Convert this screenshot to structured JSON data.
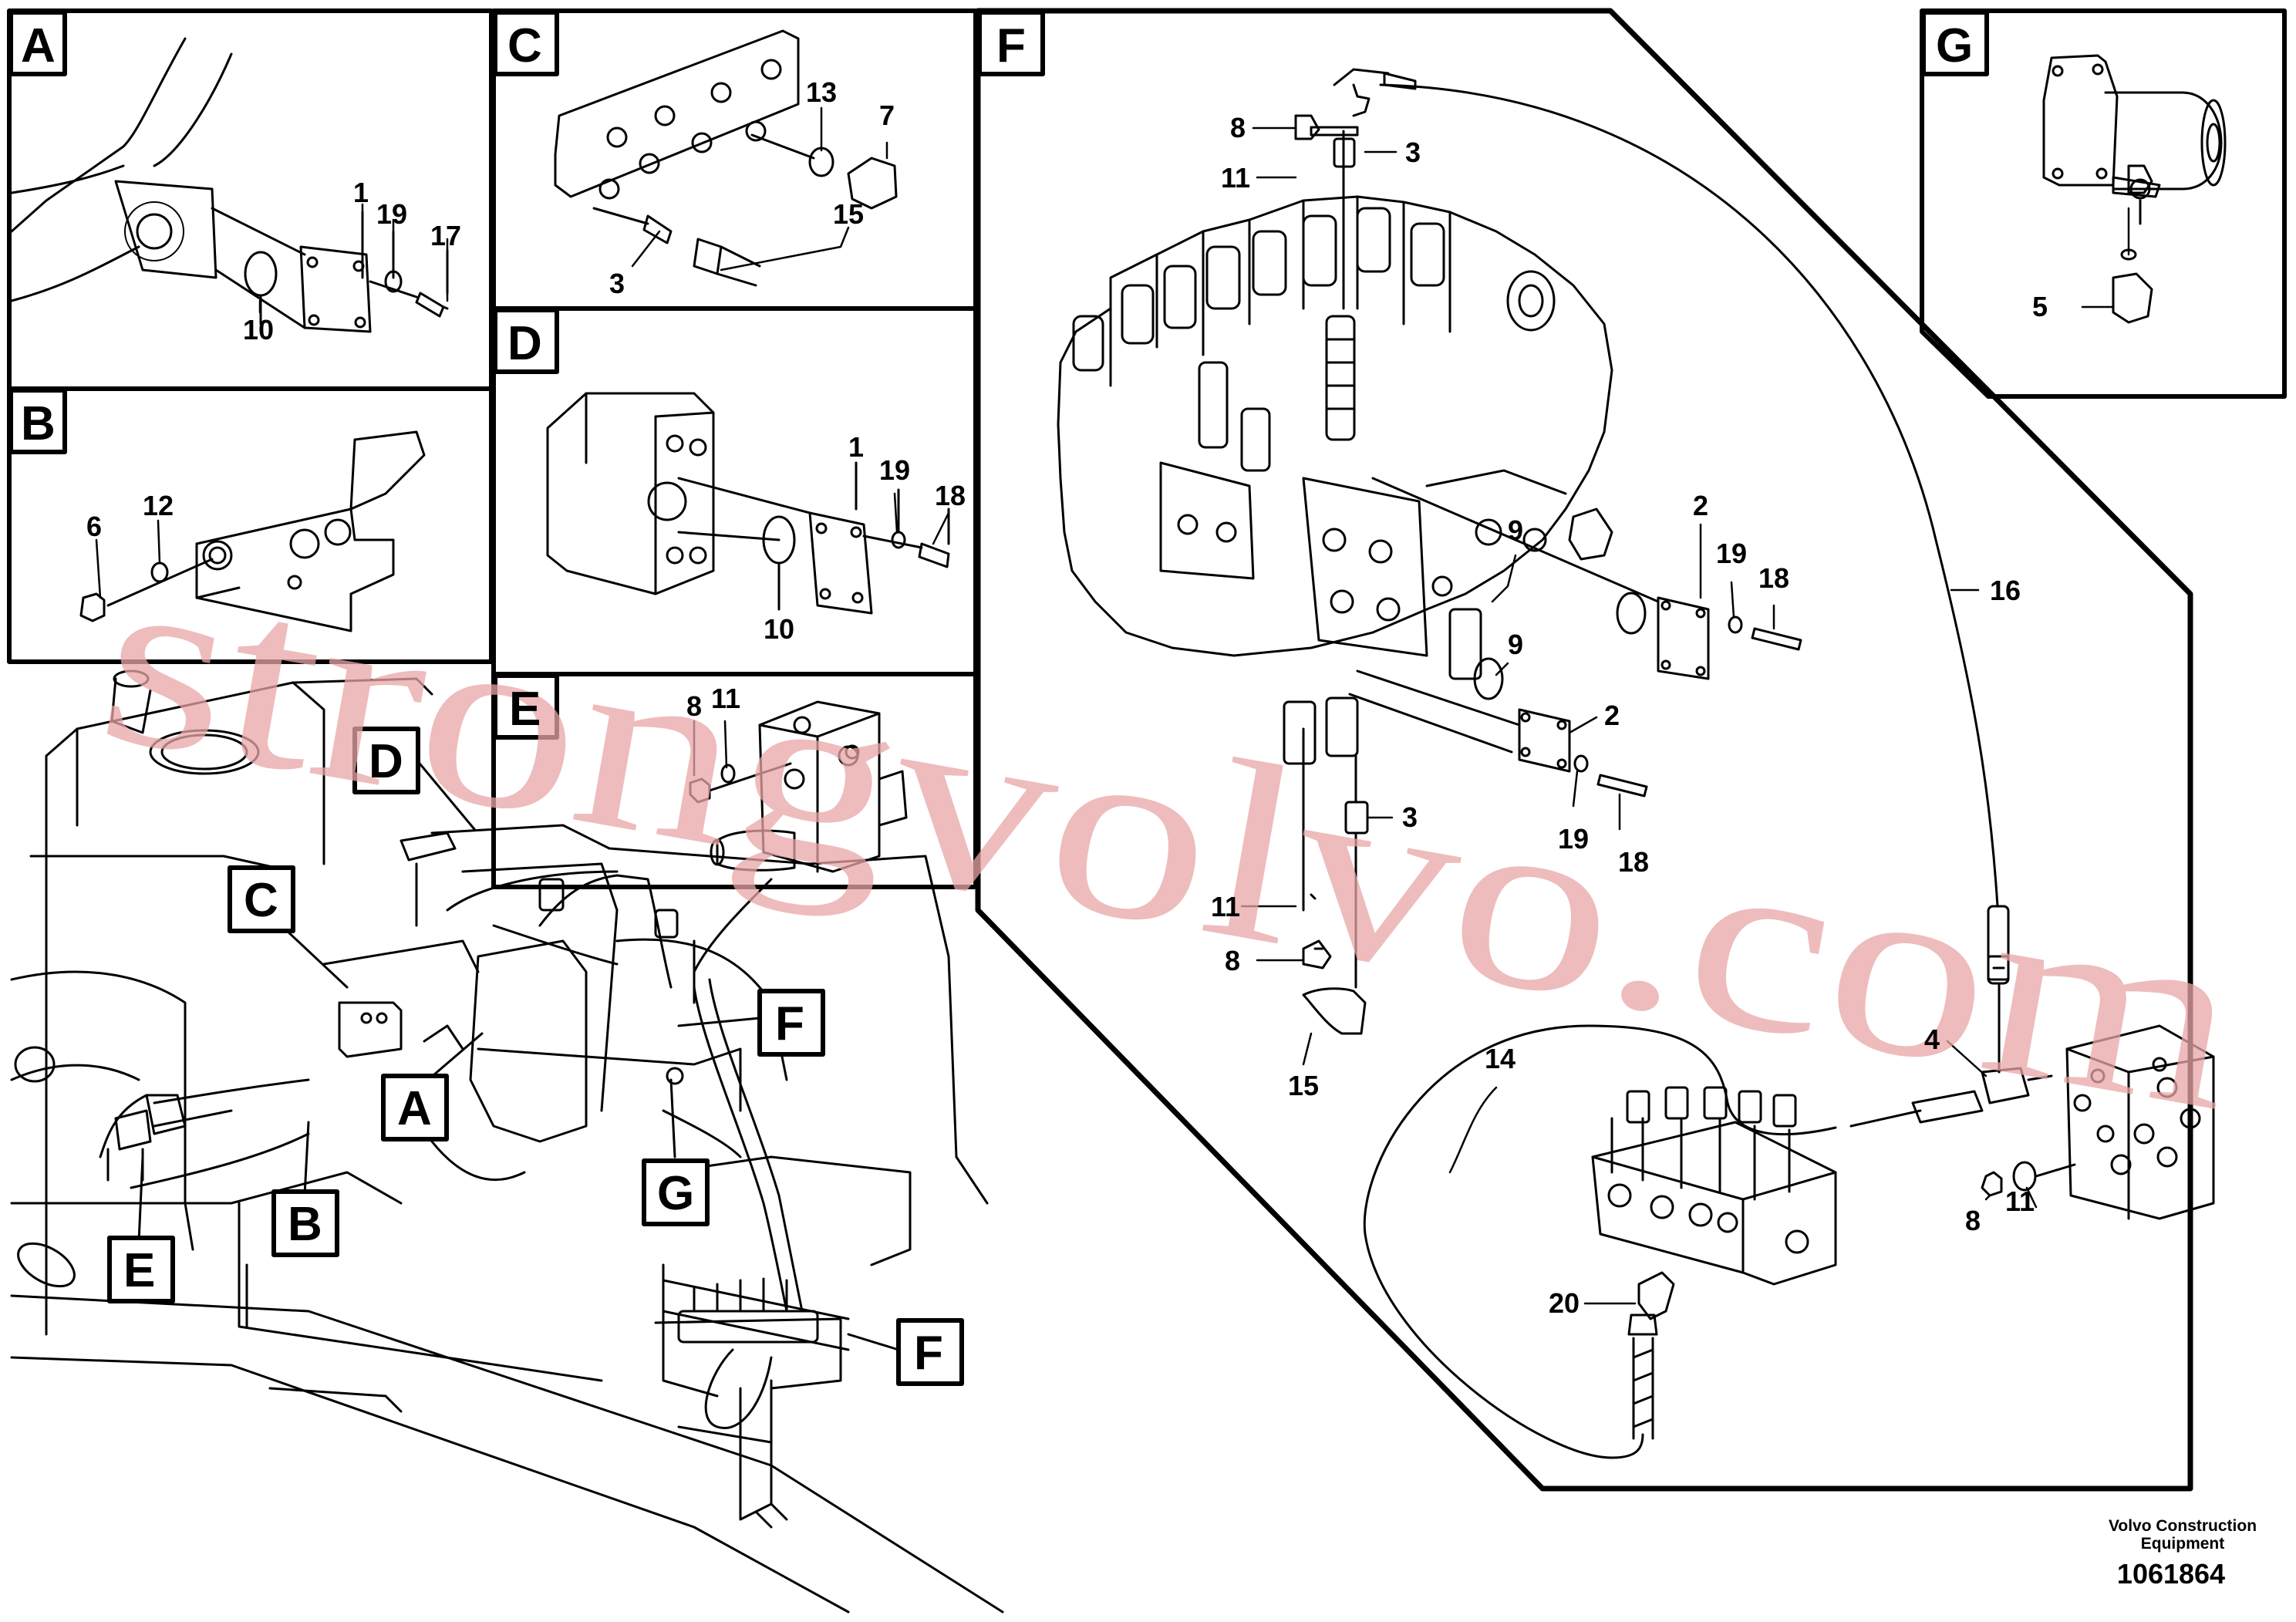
{
  "panels": {
    "A": {
      "letter": "A",
      "parts": {
        "p1": "1",
        "p19": "19",
        "p17": "17",
        "p10": "10"
      }
    },
    "B": {
      "letter": "B",
      "parts": {
        "p6": "6",
        "p12": "12"
      }
    },
    "C": {
      "letter": "C",
      "parts": {
        "p13": "13",
        "p7": "7",
        "p15": "15",
        "p3": "3"
      }
    },
    "D": {
      "letter": "D",
      "parts": {
        "p1": "1",
        "p19": "19",
        "p18": "18",
        "p10": "10"
      }
    },
    "E": {
      "letter": "E",
      "parts": {
        "p8": "8",
        "p11": "11"
      }
    },
    "F": {
      "letter": "F",
      "parts": {
        "p8a": "8",
        "p3a": "3",
        "p11a": "11",
        "p9a": "9",
        "p2a": "2",
        "p19a": "19",
        "p18a": "18",
        "p9b": "9",
        "p2b": "2",
        "p3b": "3",
        "p19b": "19",
        "p18b": "18",
        "p11b": "11",
        "p8b": "8",
        "p15": "15",
        "p16": "16",
        "p14": "14",
        "p4": "4",
        "p11c": "11",
        "p8c": "8",
        "p20": "20"
      }
    },
    "G": {
      "letter": "G",
      "parts": {
        "p5": "5"
      }
    }
  },
  "overview_callouts": {
    "D": "D",
    "C": "C",
    "A": "A",
    "F1": "F",
    "G": "G",
    "B": "B",
    "E": "E",
    "F2": "F"
  },
  "watermark": "strongvolvo.com",
  "footer": {
    "company_line1": "Volvo Construction",
    "company_line2": "Equipment",
    "drawing_number": "1061864"
  }
}
